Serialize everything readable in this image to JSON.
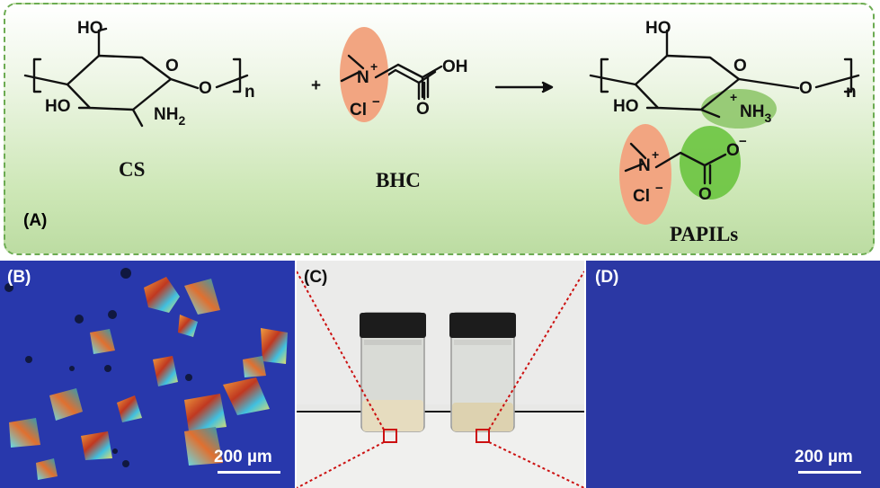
{
  "panel_a": {
    "label": "(A)",
    "reactant_1": "CS",
    "reactant_2": "BHC",
    "product": "PAPILs",
    "plus_sign": "+",
    "arrow": "→",
    "groups": {
      "ho_top": "HO",
      "ho_left": "HO",
      "ring_o": "O",
      "linker_o": "O",
      "repeat_n": "n",
      "nh2": "NH",
      "nh2_sub": "2",
      "oh": "OH",
      "carbonyl_o": "O",
      "n_plus": "N",
      "plus": "+",
      "cl_minus": "Cl",
      "minus": "−",
      "nh3": "NH",
      "nh3_sub": "3",
      "nh3_plus": "+",
      "o_minus": "O",
      "carbonyl_o_2": "O"
    },
    "colors": {
      "border": "#6cab52",
      "background": "#c7e4ad",
      "ion_ellipse": "#f2a581",
      "anion_ellipse": "#6ac43f",
      "amine_ellipse": "#8fc76c"
    }
  },
  "panel_b": {
    "label": "(B)",
    "scale_bar": "200 µm",
    "background": "#2434a8"
  },
  "panel_c": {
    "label": "(C)"
  },
  "panel_d": {
    "label": "(D)",
    "scale_bar": "200 µm",
    "background": "#2b38a4"
  }
}
